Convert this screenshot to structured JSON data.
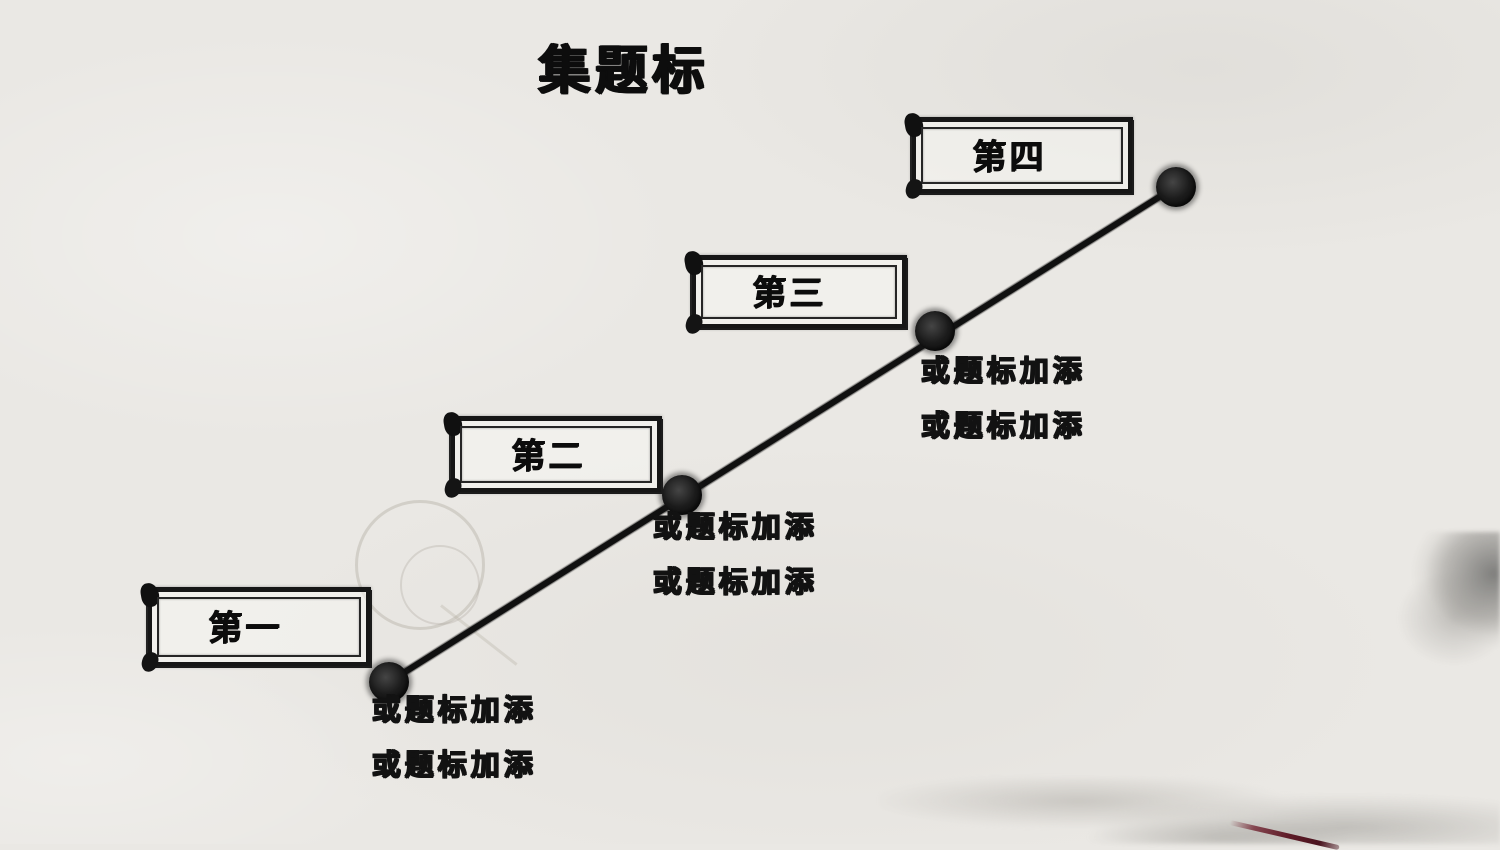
{
  "slide": {
    "title": "集题标"
  },
  "steps": [
    {
      "label": "第一",
      "line1": "或题标加添",
      "line2": "或题标加添"
    },
    {
      "label": "第二",
      "line1": "或题标加添",
      "line2": "或题标加添"
    },
    {
      "label": "第三",
      "line1": "或题标加添",
      "line2": "或题标加添"
    },
    {
      "label": "第四"
    }
  ],
  "colors": {
    "ink": "#101010",
    "paper": "#eae8e4",
    "brush_red": "#5d1a26"
  }
}
